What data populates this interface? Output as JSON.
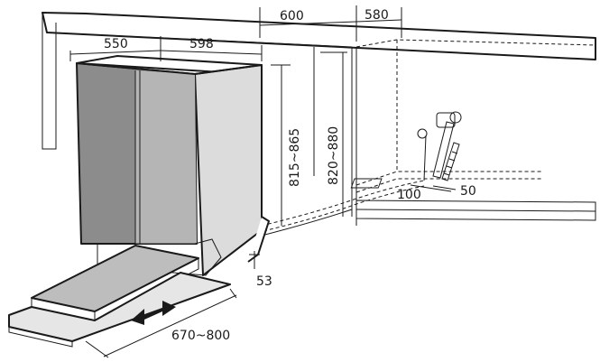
{
  "dimensions": {
    "cabinet_depth": "600",
    "niche_depth": "580",
    "appliance_depth": "550",
    "appliance_width": "598",
    "niche_height": "820~880",
    "appliance_height": "815~865",
    "hose_offset_100": "100",
    "hose_offset_50": "50",
    "foot_height": "53",
    "door_travel": "670~800"
  },
  "colors": {
    "line": "#1a1a1a",
    "panel_dark": "#8c8c8c",
    "panel_light": "#b5b5b5",
    "panel_side": "#dcdcdc",
    "door_top": "#bdbdbd",
    "door_edge": "#e6e6e6"
  },
  "icons": [
    "water-tap-icon",
    "drain-hose-icon",
    "double-arrow-icon"
  ]
}
